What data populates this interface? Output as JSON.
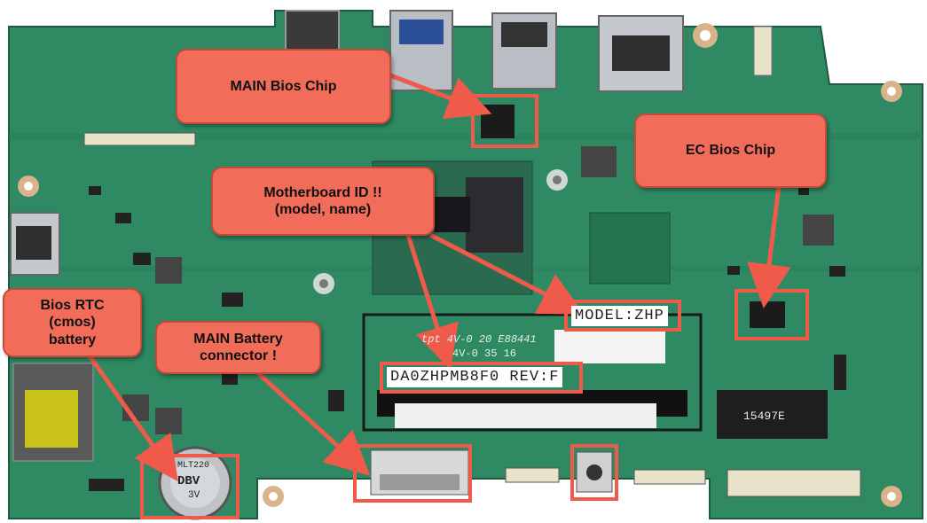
{
  "image": {
    "subject": "laptop motherboard with annotated callouts",
    "colors": {
      "pcb": "#2f8a63",
      "pcb_dark": "#1f6a48",
      "callout_fill": "#f26c5a",
      "highlight_border": "#ef5a4a",
      "arrow": "#ef5a4a"
    }
  },
  "callouts": {
    "main_bios": "MAIN Bios Chip",
    "ec_bios": "EC Bios Chip",
    "motherboard_id": "Motherboard  ID  !!\n(model, name)",
    "bios_rtc": "Bios RTC\n(cmos)\nbattery",
    "main_battery": "MAIN Battery\nconnector !"
  },
  "board_text": {
    "model": "MODEL:ZHP",
    "board_id": "DA0ZHPMB8F0 REV:F",
    "silk_top": "tpt  4V-0 20 E88441",
    "silk_mid": "4V-0   35 16",
    "slot_label": "15497E",
    "battery_text": "DBV",
    "battery_model": "MLT220",
    "battery_volt": "3V"
  }
}
